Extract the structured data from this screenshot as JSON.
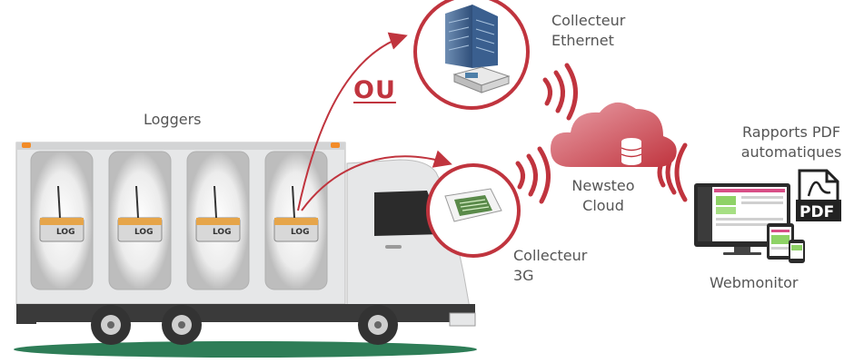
{
  "labels": {
    "loggers": "Loggers",
    "collecteur_ethernet": [
      "Collecteur",
      "Ethernet"
    ],
    "ou": "OU",
    "newsteo_cloud": [
      "Newsteo",
      "Cloud"
    ],
    "collecteur_3g": [
      "Collecteur",
      "3G"
    ],
    "rapports_pdf": [
      "Rapports PDF",
      "automatiques"
    ],
    "webmonitor": "Webmonitor",
    "pdf_icon_text": "PDF",
    "logger_text": "LOG"
  },
  "colors": {
    "accent": "#c0343e",
    "text": "#555555",
    "truck_body": "#e6e7e8",
    "truck_dark": "#3a3a3a",
    "ground": "#2e7d57"
  }
}
